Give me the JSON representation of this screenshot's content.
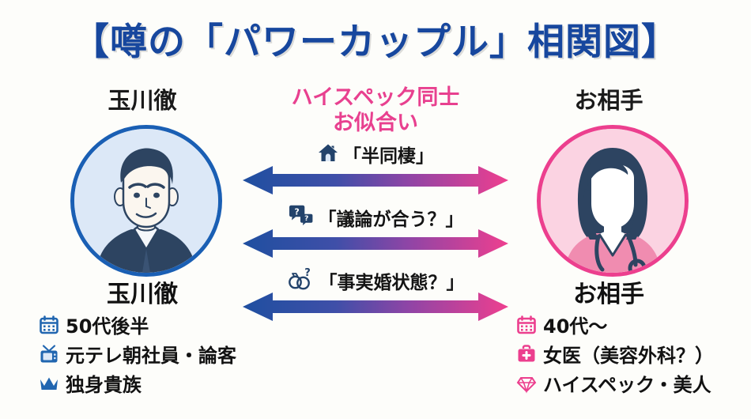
{
  "title": "【噂の「パワーカップル」相関図】",
  "colors": {
    "background": "#fdfdfa",
    "title_blue": "#17479e",
    "accent_pink": "#e8408f",
    "accent_blue": "#1a5fb4",
    "arrow_start": "#1f4fa0",
    "arrow_end": "#ee3f8f",
    "text_dark": "#121212"
  },
  "left_person": {
    "name_top": "玉川徹",
    "name_bottom": "玉川徹",
    "avatar_icon": "man-in-suit-avatar",
    "details": [
      {
        "icon": "calendar-icon",
        "text": "50代後半"
      },
      {
        "icon": "television-icon",
        "text": "元テレ朝社員・論客"
      },
      {
        "icon": "crown-icon",
        "text": "独身貴族"
      }
    ]
  },
  "right_person": {
    "name_top": "お相手",
    "name_bottom": "お相手",
    "avatar_icon": "female-doctor-avatar",
    "details": [
      {
        "icon": "calendar-icon",
        "text": "40代〜"
      },
      {
        "icon": "medical-bag-icon",
        "text": "女医（美容外科？）"
      },
      {
        "icon": "diamond-icon",
        "text": "ハイスペック・美人"
      }
    ]
  },
  "center": {
    "headline_line1": "ハイスペック同士",
    "headline_line2": "お似合い",
    "relations": [
      {
        "icon": "house-icon",
        "label": "「半同棲」"
      },
      {
        "icon": "speech-bubbles-question-icon",
        "label": "「議論が合う？」"
      },
      {
        "icon": "wedding-rings-question-icon",
        "label": "「事実婚状態？」"
      }
    ]
  }
}
